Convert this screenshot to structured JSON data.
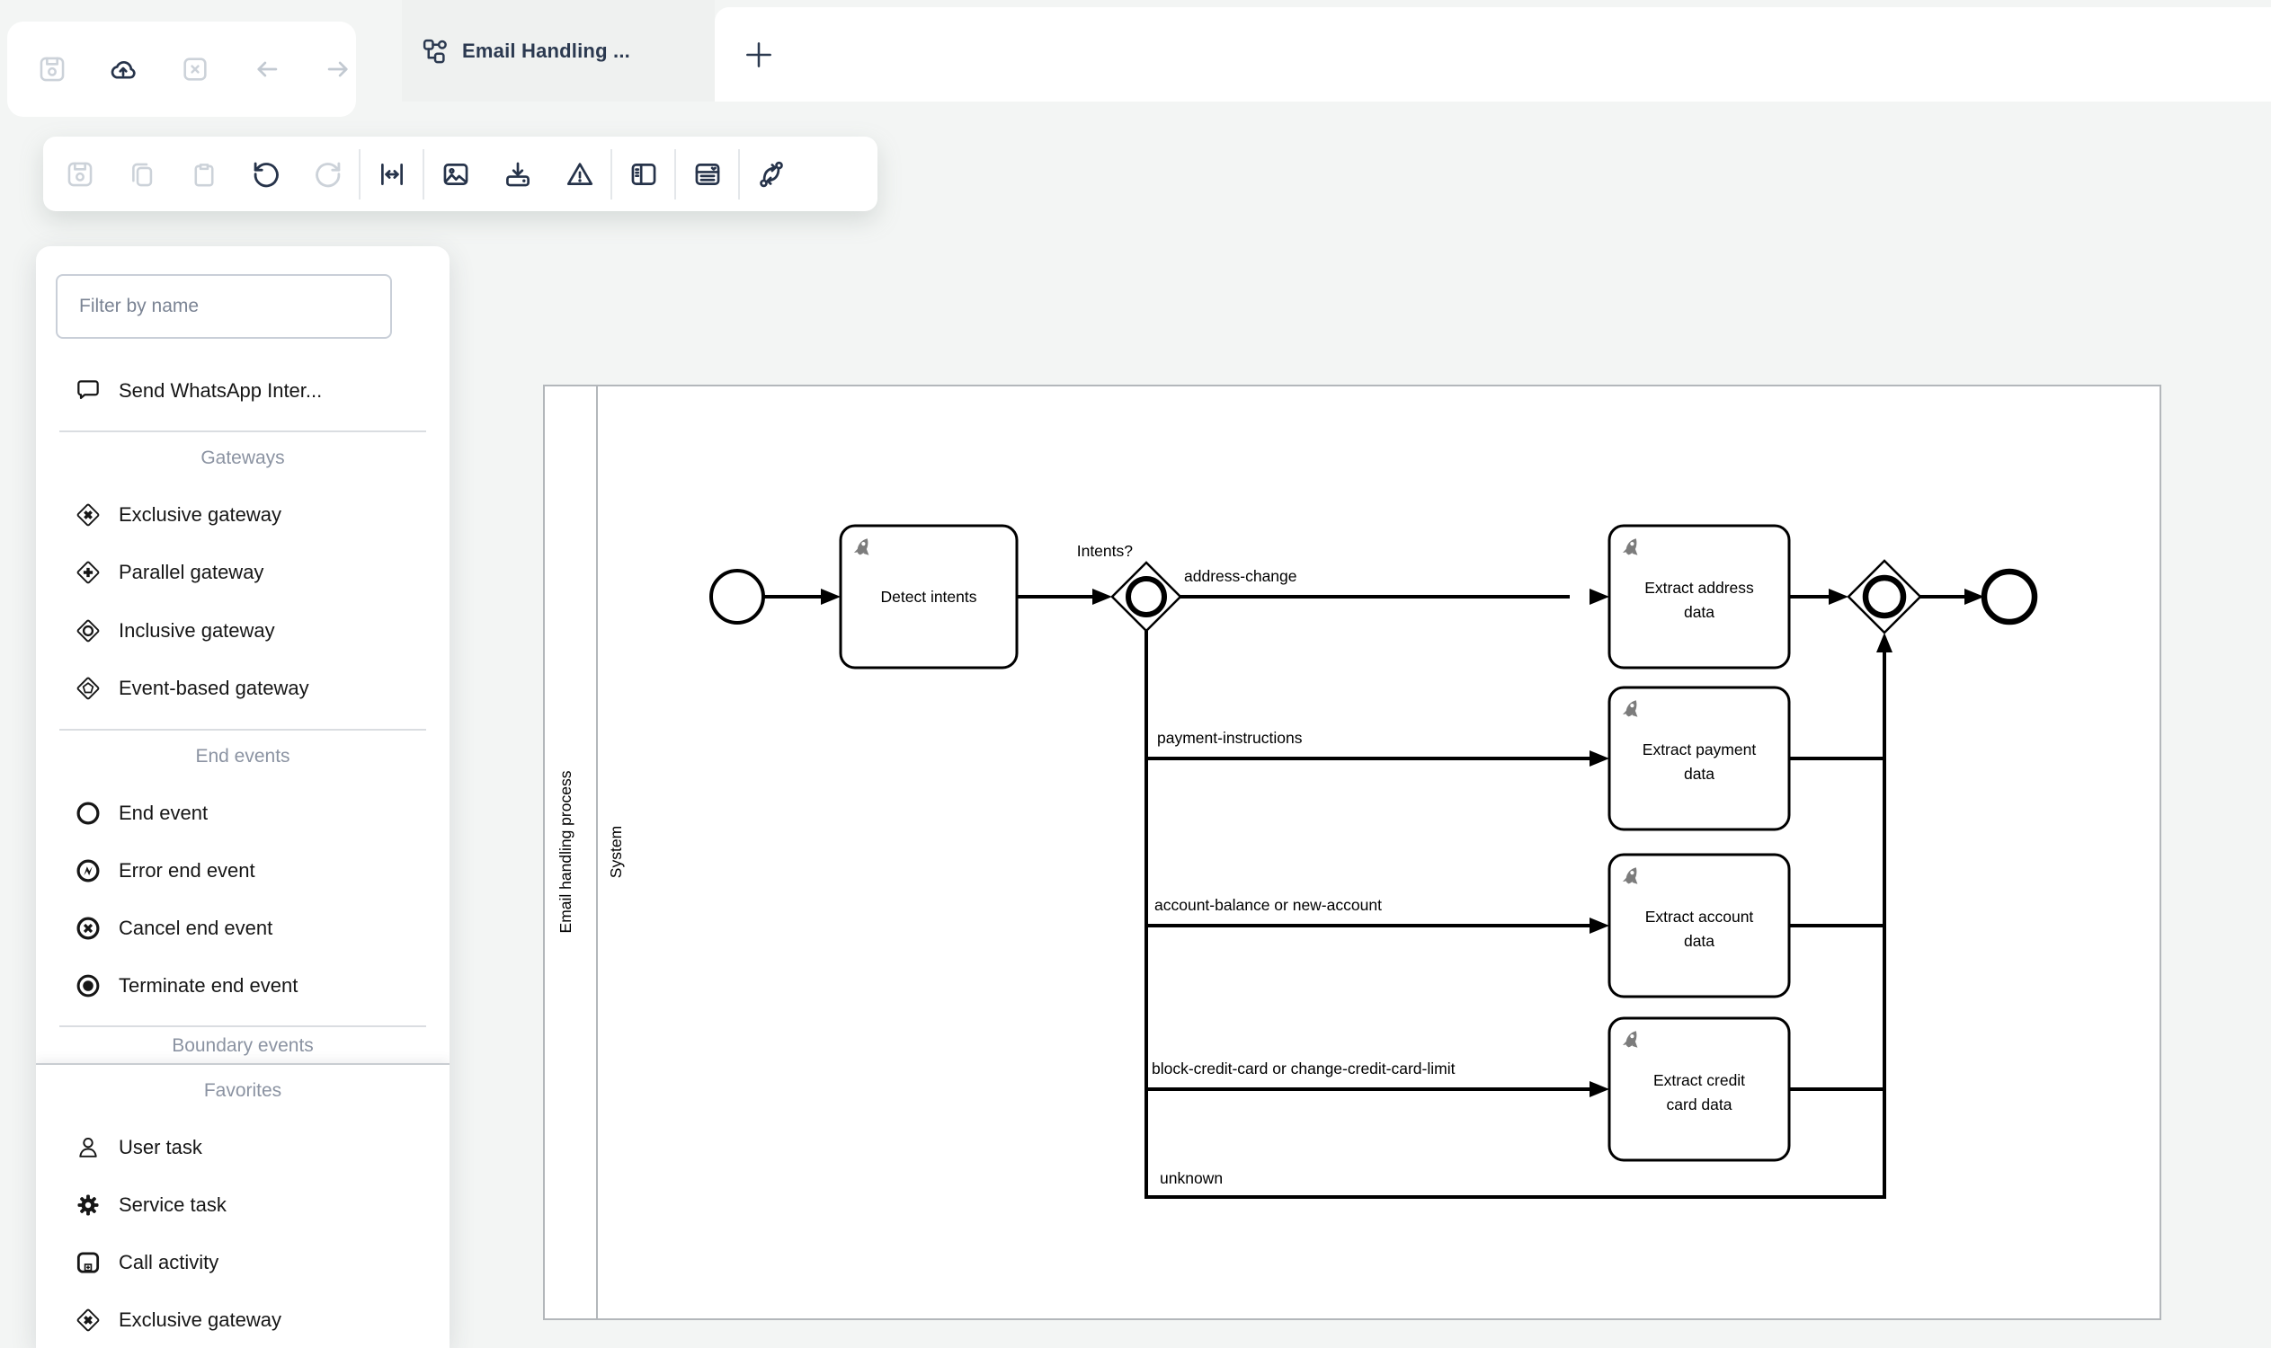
{
  "header": {
    "tab_title": "Email Handling ...",
    "file_actions": {
      "save": "save",
      "upload": "cloud-upload",
      "close": "close",
      "back": "back",
      "forward": "forward"
    },
    "new_tab": "+"
  },
  "toolbar": {
    "buttons": [
      "save",
      "copy",
      "paste",
      "undo",
      "redo",
      "fit-width",
      "export-image",
      "download",
      "validation-warnings",
      "toggle-panel",
      "properties",
      "swap-editor"
    ]
  },
  "sidebar": {
    "filter_placeholder": "Filter by name",
    "pinned_item": {
      "label": "Send WhatsApp Inter..."
    },
    "gateways": {
      "title": "Gateways",
      "items": [
        {
          "label": "Exclusive gateway"
        },
        {
          "label": "Parallel gateway"
        },
        {
          "label": "Inclusive gateway"
        },
        {
          "label": "Event-based gateway"
        }
      ]
    },
    "end_events": {
      "title": "End events",
      "items": [
        {
          "label": "End event"
        },
        {
          "label": "Error end event"
        },
        {
          "label": "Cancel end event"
        },
        {
          "label": "Terminate end event"
        }
      ]
    },
    "clipped_section_title": "Boundary events",
    "favorites": {
      "title": "Favorites",
      "items": [
        {
          "label": "User task"
        },
        {
          "label": "Service task"
        },
        {
          "label": "Call activity"
        },
        {
          "label": "Exclusive gateway"
        }
      ]
    }
  },
  "diagram": {
    "pool_label": "Email handling process",
    "lane_label": "System",
    "gateway_question": "Intents?",
    "tasks": {
      "detect": "Detect intents",
      "addr1": "Extract address",
      "addr2": "data",
      "pay1": "Extract payment",
      "pay2": "data",
      "acc1": "Extract account",
      "acc2": "data",
      "cc1": "Extract credit",
      "cc2": "card data"
    },
    "flows": {
      "address": "address-change",
      "payment": "payment-instructions",
      "account": "account-balance or new-account",
      "credit": "block-credit-card or change-credit-card-limit",
      "unknown": "unknown"
    }
  },
  "colors": {
    "accent_dark": "#2b3950",
    "disabled": "#ccd2d9",
    "page_bg": "#f3f5f4",
    "section_header": "#8b93a2"
  }
}
